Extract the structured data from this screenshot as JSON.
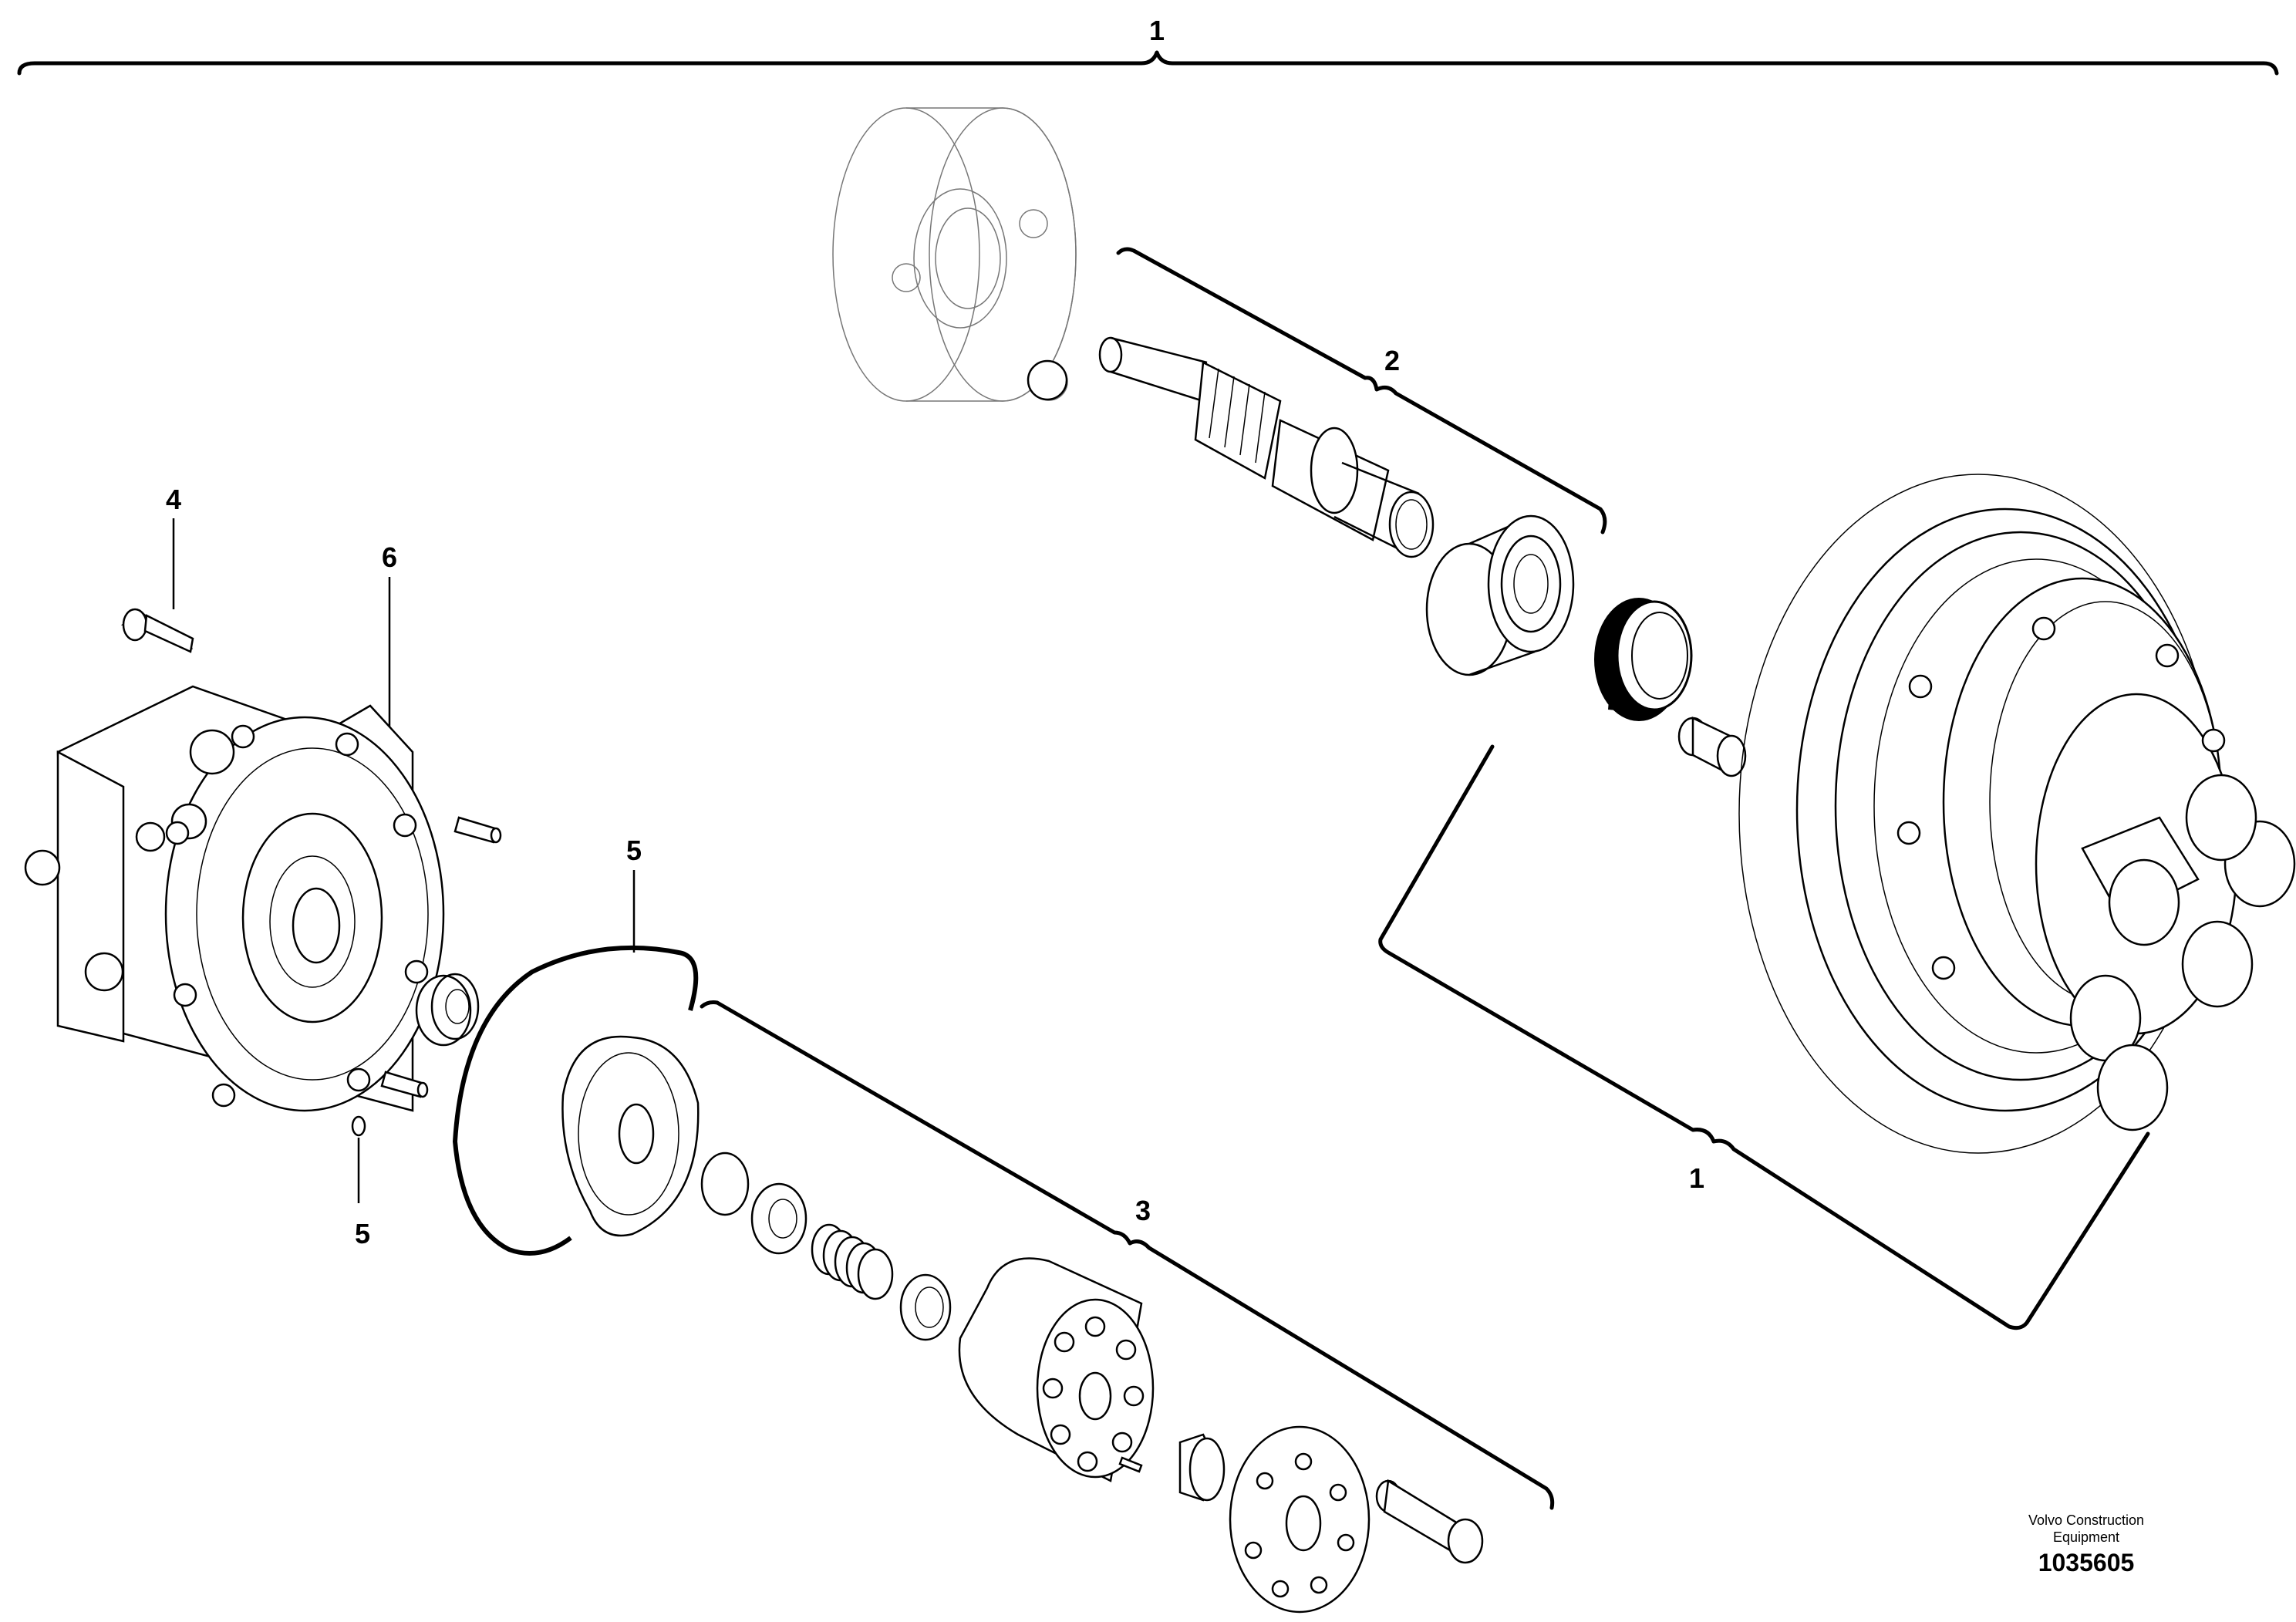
{
  "diagram": {
    "callouts": {
      "assembly_top": "1",
      "assembly_right": "1",
      "shaft_group": "2",
      "cylinder_group": "3",
      "bolt": "4",
      "o_ring_large": "5",
      "o_ring_small": "5",
      "housing": "6"
    },
    "footer": {
      "brand_line_1": "Volvo Construction",
      "brand_line_2": "Equipment",
      "document_number": "1035605"
    }
  }
}
